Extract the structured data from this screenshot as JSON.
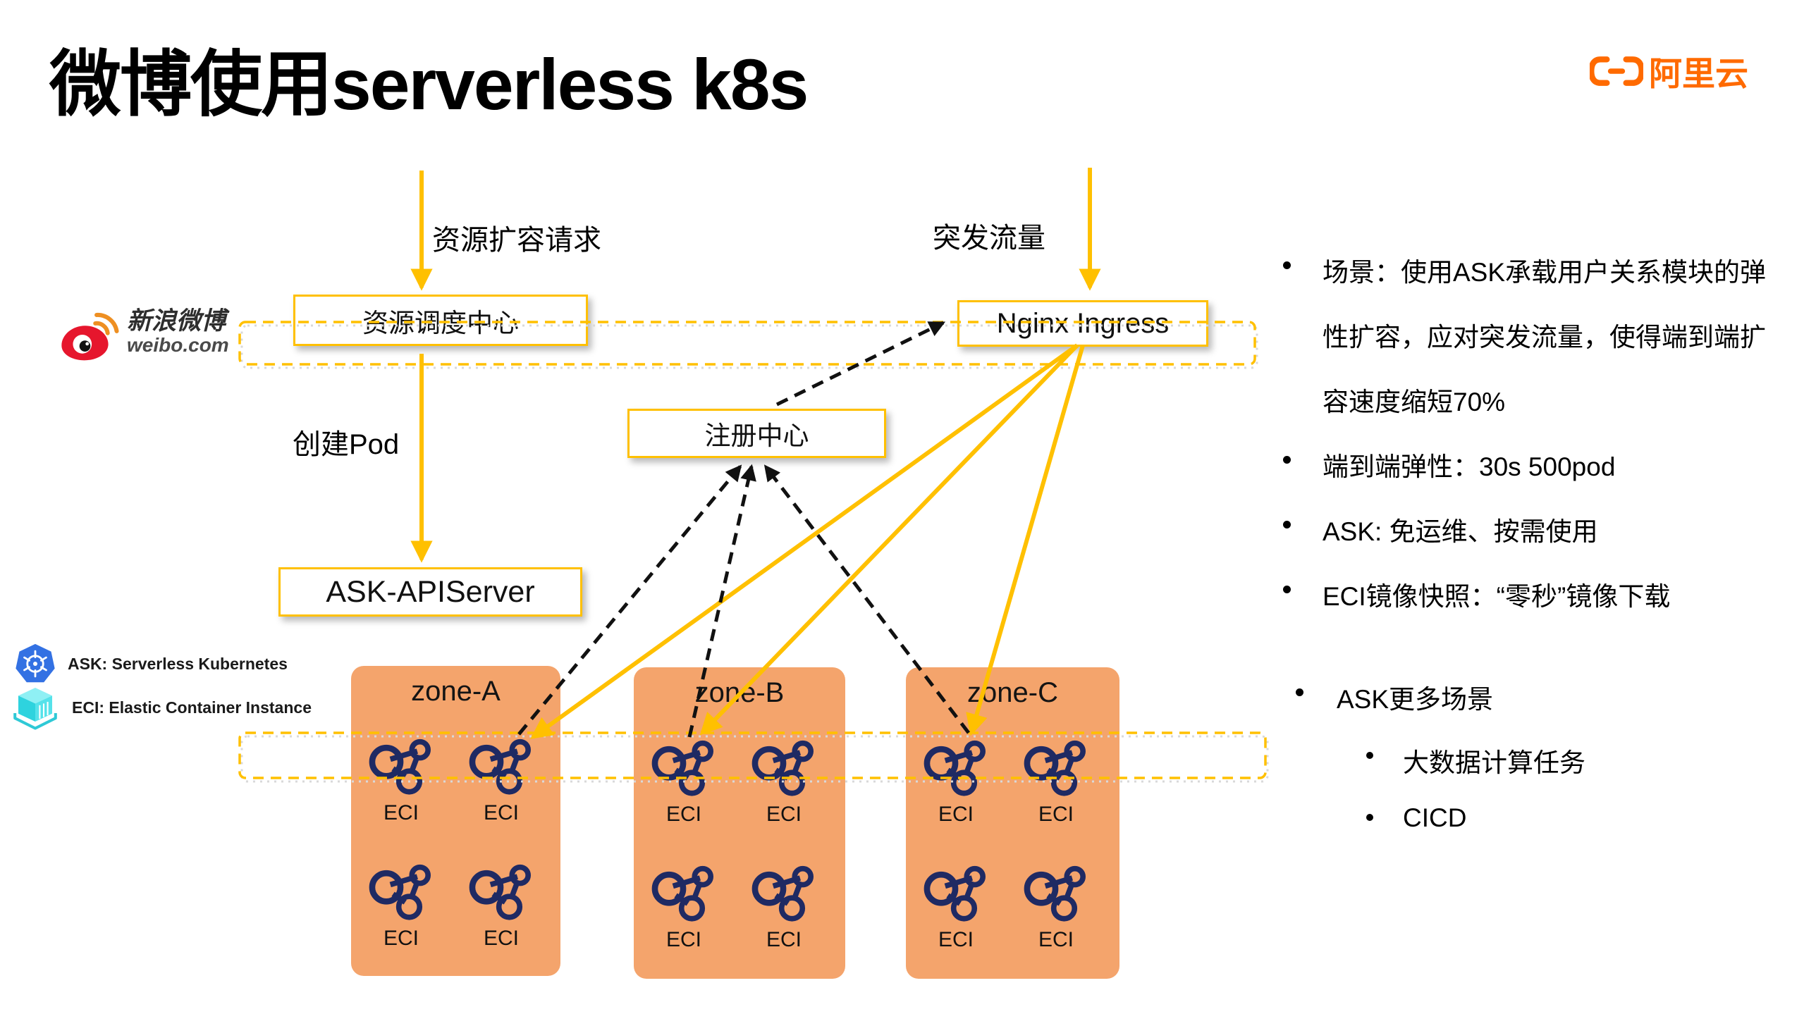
{
  "title": "微博使用serverless k8s",
  "brand": {
    "name": "阿里云"
  },
  "weibo": {
    "name": "新浪微博",
    "domain": "weibo.com"
  },
  "diagram": {
    "edge_labels": {
      "scale_request": "资源扩容请求",
      "burst_traffic": "突发流量",
      "create_pod": "创建Pod"
    },
    "nodes": {
      "scheduler": "资源调度中心",
      "ingress": "Nginx Ingress",
      "registry": "注册中心",
      "apiserver": "ASK-APIServer"
    },
    "zones": [
      {
        "name": "zone-A"
      },
      {
        "name": "zone-B"
      },
      {
        "name": "zone-C"
      }
    ],
    "eci_label": "ECI",
    "legend": [
      {
        "icon": "kubernetes-icon",
        "text": "ASK: Serverless Kubernetes"
      },
      {
        "icon": "container-instance-icon",
        "text": "ECI: Elastic Container Instance"
      }
    ]
  },
  "notes": {
    "scenario_line1": "场景：使用ASK承载用户关系模块的弹",
    "scenario_line2": "性扩容，应对突发流量，使得端到端扩",
    "scenario_line3": "容速度缩短70%",
    "elasticity": "端到端弹性：30s 500pod",
    "ask": "ASK: 免运维、按需使用",
    "eci_snapshot": "ECI镜像快照：“零秒”镜像下载",
    "more_title": "ASK更多场景",
    "more_items": [
      "大数据计算任务",
      "CICD"
    ]
  },
  "colors": {
    "accent_yellow": "#FFC000",
    "zone_orange": "#F4A46C",
    "molecule_navy": "#1F2A63",
    "brand_orange": "#FF6A00",
    "kubernetes_blue": "#3371E3",
    "eci_cyan": "#3BDDE6",
    "weibo_red": "#E6162D"
  }
}
